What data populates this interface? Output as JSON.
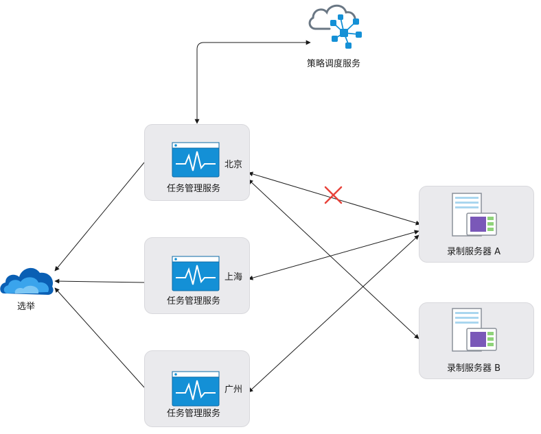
{
  "nodes": {
    "policy": {
      "label": "策略调度服务"
    },
    "election": {
      "label": "选举"
    },
    "task_beijing": {
      "label": "任务管理服务",
      "region": "北京"
    },
    "task_shanghai": {
      "label": "任务管理服务",
      "region": "上海"
    },
    "task_guangzhou": {
      "label": "任务管理服务",
      "region": "广州"
    },
    "rec_a": {
      "label": "录制服务器 A"
    },
    "rec_b": {
      "label": "录制服务器 B"
    }
  },
  "edges": [
    {
      "from": "task_beijing",
      "to": "policy",
      "bidirectional": true,
      "broken": false
    },
    {
      "from": "task_beijing",
      "to": "election",
      "bidirectional": false,
      "broken": false
    },
    {
      "from": "task_shanghai",
      "to": "election",
      "bidirectional": false,
      "broken": false
    },
    {
      "from": "task_guangzhou",
      "to": "election",
      "bidirectional": false,
      "broken": false
    },
    {
      "from": "task_beijing",
      "to": "rec_a",
      "bidirectional": true,
      "broken": true
    },
    {
      "from": "task_beijing",
      "to": "rec_b",
      "bidirectional": true,
      "broken": false
    },
    {
      "from": "task_shanghai",
      "to": "rec_a",
      "bidirectional": true,
      "broken": false
    },
    {
      "from": "task_guangzhou",
      "to": "rec_a",
      "bidirectional": true,
      "broken": false
    }
  ],
  "colors": {
    "card_fill": "#eaeaed",
    "monitor_blue": "#1490d6",
    "cloud_dark": "#0a5fb4",
    "cloud_light": "#3aa4ec",
    "broken_mark": "#e8423a",
    "server_purple": "#7a58b8",
    "server_green": "#8fd37a"
  }
}
